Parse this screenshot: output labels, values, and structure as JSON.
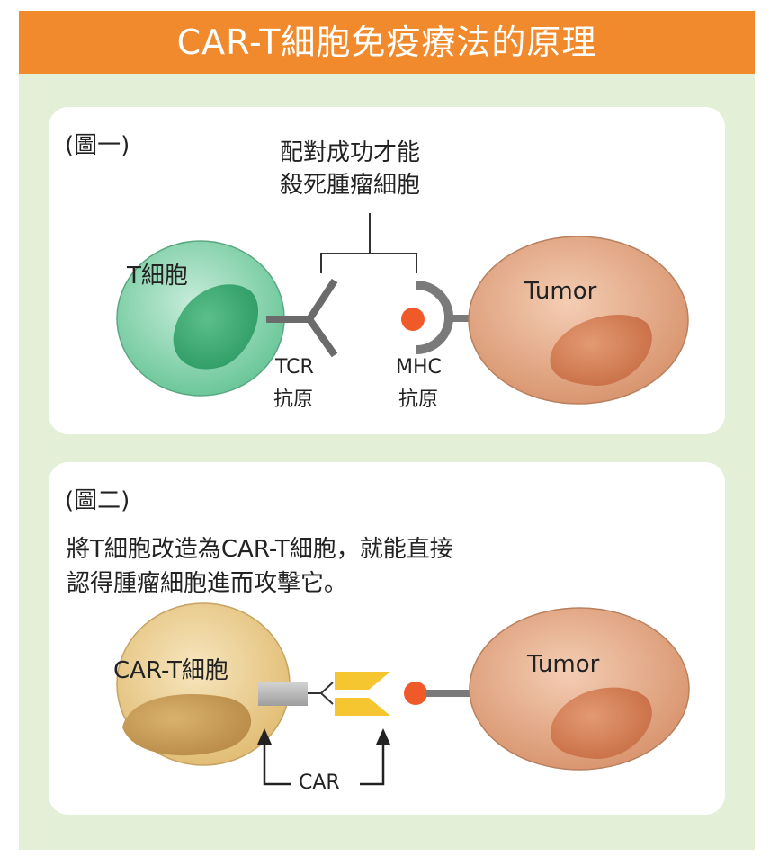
{
  "header": {
    "title": "CAR-T細胞免疫療法的原理"
  },
  "panel1": {
    "tag": "(圖一)",
    "caption_line1": "配對成功才能",
    "caption_line2": "殺死腫瘤細胞",
    "t_cell_label": "T細胞",
    "tumor_label": "Tumor",
    "tcr_line1": "TCR",
    "tcr_line2": "抗原",
    "mhc_line1": "MHC",
    "mhc_line2": "抗原"
  },
  "panel2": {
    "tag": "(圖二)",
    "text_line1": "將T細胞改造為CAR-T細胞，就能直接",
    "text_line2": "認得腫瘤細胞進而攻擊它。",
    "car_t_label": "CAR-T細胞",
    "tumor_label": "Tumor",
    "car_label": "CAR"
  },
  "colors": {
    "header": "#f08a2c",
    "background": "#e4efd8",
    "t_cell": "#7fd1a8",
    "car_t_cell": "#e6c27a",
    "tumor": "#e0a481",
    "antigen_dot": "#f05a28",
    "car_receptor": "#f5c630"
  }
}
